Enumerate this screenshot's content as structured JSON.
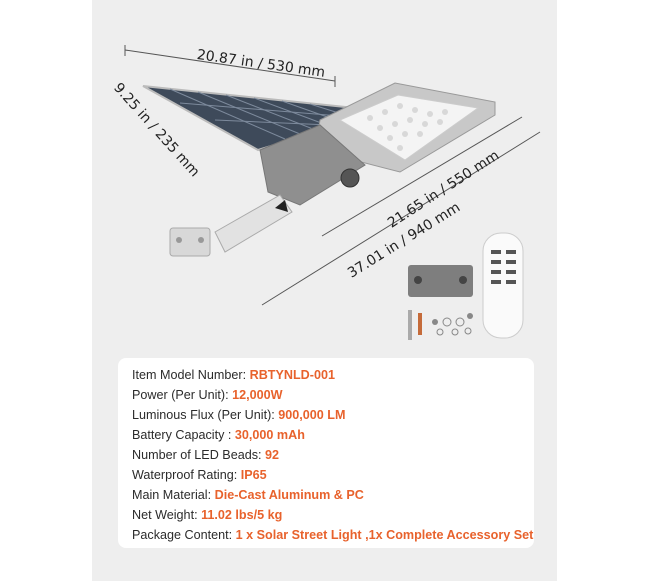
{
  "dimensions": {
    "width": "20.87 in / 530 mm",
    "depth": "9.25 in / 235 mm",
    "lamp_length": "21.65 in / 550 mm",
    "total_length": "37.01 in / 940 mm"
  },
  "specs": [
    {
      "label": "Item Model Number:",
      "value": "RBTYNLD-001"
    },
    {
      "label": "Power (Per Unit):",
      "value": "12,000W"
    },
    {
      "label": "Luminous Flux (Per Unit):",
      "value": "900,000 LM"
    },
    {
      "label": "Battery Capacity :",
      "value": "30,000 mAh"
    },
    {
      "label": "Number of LED Beads:",
      "value": "92"
    },
    {
      "label": "Waterproof Rating:",
      "value": "IP65"
    },
    {
      "label": "Main Material:",
      "value": "Die-Cast Aluminum & PC"
    },
    {
      "label": "Net Weight:",
      "value": "11.02 lbs/5 kg"
    },
    {
      "label": "Package Content:",
      "value": "1 x Solar Street Light ,1x Complete Accessory Set"
    }
  ],
  "colors": {
    "accent": "#e8622c",
    "panel_bg": "#eeeeee"
  }
}
